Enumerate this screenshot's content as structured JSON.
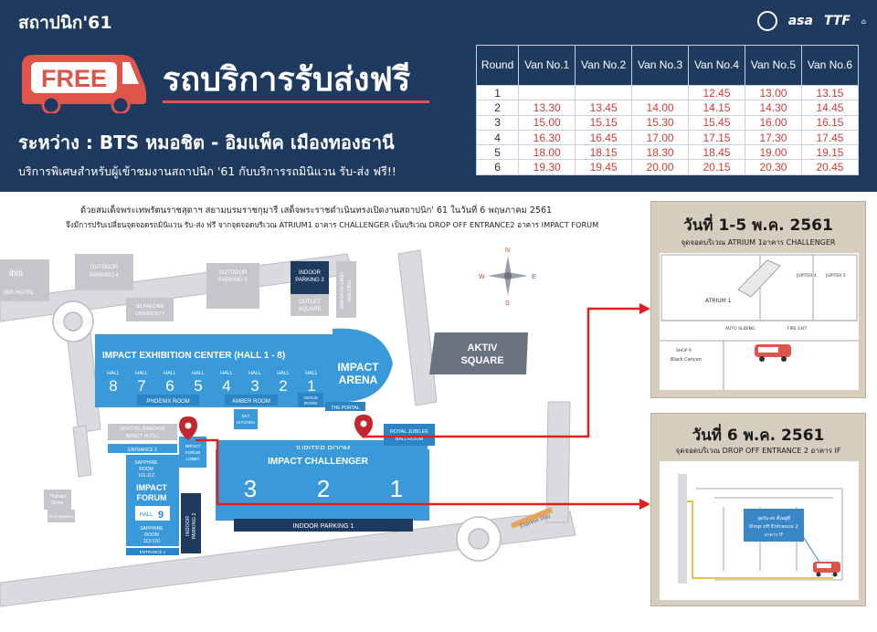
{
  "header": {
    "brand": "สถาปนิก'61",
    "logos": [
      "asa",
      "TTF"
    ],
    "free_badge": "FREE",
    "title": "รถบริการรับส่งฟรี",
    "route": "ระหว่าง : BTS หมอชิต - อิมแพ็ค เมืองทองธานี",
    "description": "บริการพิเศษสำหรับผู้เข้าชมงานสถาปนิก '61 กับบริการรถมินิแวน รับ-ส่ง ฟรี!!"
  },
  "schedule": {
    "columns": [
      "Round",
      "Van No.1",
      "Van No.2",
      "Van No.3",
      "Van No.4",
      "Van No.5",
      "Van No.6"
    ],
    "rows": [
      [
        "1",
        "",
        "",
        "",
        "12.45",
        "13.00",
        "13.15"
      ],
      [
        "2",
        "13.30",
        "13.45",
        "14.00",
        "14.15",
        "14.30",
        "14.45"
      ],
      [
        "3",
        "15.00",
        "15.15",
        "15.30",
        "15.45",
        "16.00",
        "16.15"
      ],
      [
        "4",
        "16.30",
        "16.45",
        "17.00",
        "17.15",
        "17.30",
        "17.45"
      ],
      [
        "5",
        "18.00",
        "18.15",
        "18.30",
        "18.45",
        "19.00",
        "19.15"
      ],
      [
        "6",
        "19.30",
        "19.45",
        "20.00",
        "20.15",
        "20.30",
        "20.45"
      ]
    ]
  },
  "notice": {
    "line1": "ด้วยสมเด็จพระเทพรัตนราชสุดาฯ สยามบรมราชกุมารี เสด็จพระราชดำเนินทรงเปิดงานสถาปนิก' 61 ในวันที่ 6 พฤษภาคม 2561",
    "line2": "จึงมีการปรับเปลี่ยนจุดจอดรถมินิแวน รับ-ส่ง ฟรี จากจุดจอดบริเวณ ATRIUM1 อาคาร CHALLENGER เป็นบริเวณ DROP OFF ENTRANCE2 อาคาร IMPACT FORUM"
  },
  "map": {
    "ibis": "ibis",
    "ibis_hotel": "IBIS HOTEL",
    "outdoor4": [
      "OUTDOOR",
      "PARKING 4"
    ],
    "silpakorn": [
      "SILPAKORN",
      "UNIVERSITY"
    ],
    "outdoor5": [
      "OUTDOOR",
      "PARKING 5"
    ],
    "indoor3": [
      "INDOOR",
      "PARKING 3"
    ],
    "outlet": [
      "OUTLET",
      "SQUARE"
    ],
    "bangkok_land": [
      "BANGKOK LAND",
      "BUILDING"
    ],
    "exhibition": "IMPACT EXHIBITION CENTER (HALL 1 - 8)",
    "hall_label": "HALL",
    "halls": [
      "8",
      "7",
      "6",
      "5",
      "4",
      "3",
      "2",
      "1"
    ],
    "phoenix": "PHOENIX ROOM",
    "amber": "AMBER ROOM",
    "venus": [
      "VENUS",
      "ROOM"
    ],
    "portal": "THE PORTAL",
    "arena": [
      "IMPACT",
      "ARENA"
    ],
    "aktiv": [
      "AKTIV",
      "SQUARE"
    ],
    "sky_kitchen": [
      "SKY",
      "KITCHEN"
    ],
    "novotel": [
      "NOVOTEL BANGKOK",
      "IMPACT HOTEL"
    ],
    "entrance2": "ENTRANCE 2",
    "forum_lobby": [
      "IMPACT",
      "FORUM",
      "LOBBY"
    ],
    "royal_jubilee": [
      "ROYAL JUBILEE",
      "BALLROOM"
    ],
    "jupiter": "JUPITER ROOM",
    "challenger": "IMPACT CHALLENGER",
    "challenger_halls": [
      "3",
      "2",
      "1"
    ],
    "sapphire_top": [
      "SAPPHIRE",
      "ROOM",
      "101-112"
    ],
    "forum": [
      "IMPACT",
      "FORUM"
    ],
    "hall9": [
      "HALL",
      "9"
    ],
    "sapphire_bottom": [
      "SAPPHIRE",
      "ROOM",
      "113-120"
    ],
    "entrance1": "ENTRANCE 1",
    "indoor2": [
      "INDOOR",
      "PARKING 2"
    ],
    "indoor1": "INDOOR PARKING 1",
    "thunder_dome": [
      "Thunder",
      "Dome"
    ],
    "scg": "SCG Stadium",
    "express_way": "Express Way",
    "compass": [
      "N",
      "E",
      "S",
      "W"
    ]
  },
  "panel1": {
    "title": "วันที่ 1-5 พ.ค. 2561",
    "subtitle": "จุดจอดบริเวณ ATRIUM 1อาคาร CHALLENGER",
    "labels": {
      "atrium": "ATRIUM 1",
      "jupiter4": "JUPITER 4",
      "jupiter5": "JUPITER 5",
      "auto_sliding": "AUTO SLIDING",
      "fire_exit": "FIRE EXIT",
      "shop": "SHOP 9",
      "black_canyon": "Black Canyon"
    }
  },
  "panel2": {
    "title": "วันที่ 6 พ.ค. 2561",
    "subtitle": "จุดจอดบริเวณ DROP OFF ENTRANCE 2 อาคาร IF",
    "callout": [
      "จุดรับ-ส่ง ตั้งอยู่ที่",
      "Drop off Entrance 2",
      "อาคาร IF"
    ]
  },
  "colors": {
    "navy": "#1f3a5f",
    "accent_red": "#e0554a",
    "hall_blue": "#3a9ad9",
    "road_gray": "#d9dbdf",
    "pin_red": "#c0282d",
    "arrow_red": "#e51d1d",
    "panel_beige": "#d7cdbf"
  }
}
